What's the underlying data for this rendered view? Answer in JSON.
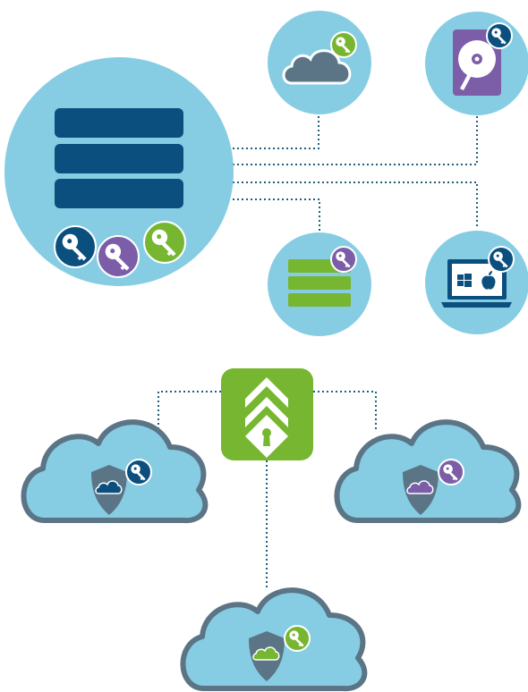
{
  "colors": {
    "light_blue": "#86cde3",
    "navy": "#0b4f7e",
    "purple": "#7b5ea7",
    "green": "#77b630",
    "slate": "#5b7486",
    "connector": "#1f5f7d",
    "white": "#ffffff"
  },
  "nodes": {
    "database": {
      "icon": "database-server-icon",
      "keys": [
        "navy-key-icon",
        "purple-key-icon",
        "green-key-icon"
      ]
    },
    "cloud_storage": {
      "icon": "cloud-icon",
      "key": "green-key-icon"
    },
    "hard_drive": {
      "icon": "hard-drive-icon",
      "key": "navy-key-icon"
    },
    "green_storage": {
      "icon": "storage-stack-icon",
      "key": "purple-key-icon"
    },
    "laptop": {
      "icon": "laptop-icon",
      "os_icons": [
        "windows-icon",
        "apple-icon"
      ],
      "key": "navy-key-icon"
    },
    "key_manager": {
      "icon": "key-manager-app-icon"
    },
    "clouds": [
      {
        "id": "left",
        "accent": "navy",
        "icon": "shield-icon",
        "key": "navy-key-icon"
      },
      {
        "id": "right",
        "accent": "purple",
        "icon": "shield-icon",
        "key": "purple-key-icon"
      },
      {
        "id": "bottom",
        "accent": "green",
        "icon": "shield-icon",
        "key": "green-key-icon"
      }
    ]
  }
}
